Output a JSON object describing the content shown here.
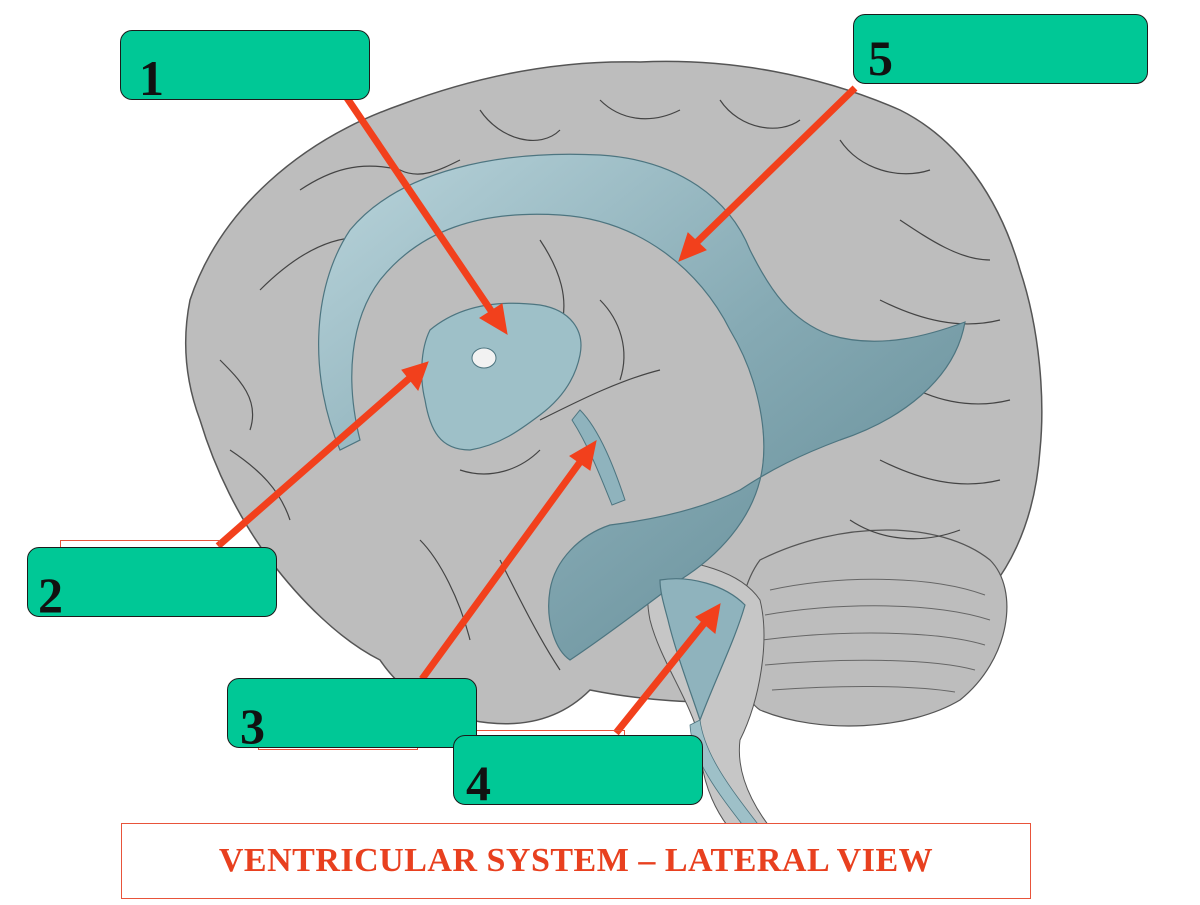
{
  "title": "VENTRICULAR SYSTEM – LATERAL VIEW",
  "labels": [
    {
      "number": "1",
      "text": ""
    },
    {
      "number": "2",
      "text": ""
    },
    {
      "number": "3",
      "text": ""
    },
    {
      "number": "4",
      "text": ""
    },
    {
      "number": "5",
      "text": ""
    }
  ],
  "colors": {
    "label_fill": "#00c896",
    "arrow": "#f2401c",
    "brain": "#bdbdbd",
    "ventricles": "#8fb3bd",
    "title_text": "#e8401f"
  }
}
